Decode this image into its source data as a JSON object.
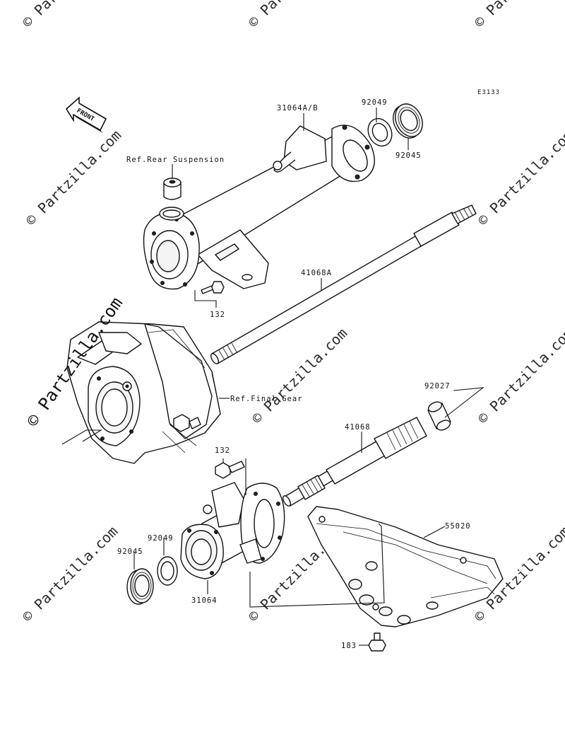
{
  "diagram": {
    "code": "E3133",
    "front_label": "FRONT",
    "labels": {
      "p31064ab": "31064A/B",
      "p92049_top": "92049",
      "p92045_top": "92045",
      "ref_rear_suspension": "Ref.Rear Suspension",
      "p41068a": "41068A",
      "p132_top": "132",
      "ref_final_gear": "Ref.Final Gear",
      "p92027": "92027",
      "p41068": "41068",
      "p132_bottom": "132",
      "p55020": "55020",
      "p92049_bottom": "92049",
      "p92045_bottom": "92045",
      "p31064": "31064",
      "p183": "183"
    }
  },
  "watermark": {
    "text": "© Partzilla.com"
  }
}
